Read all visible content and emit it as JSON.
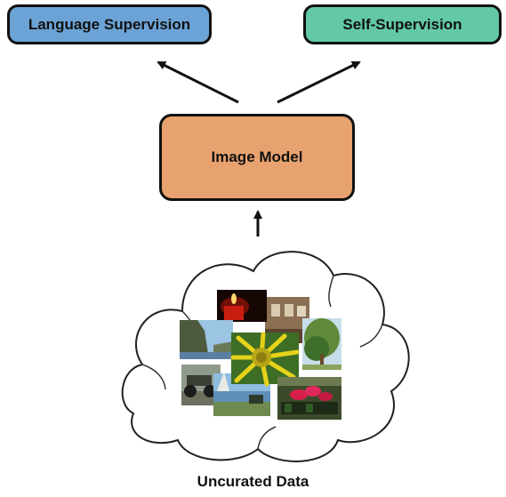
{
  "top_boxes": {
    "language_supervision": {
      "label": "Language Supervision",
      "color": "#6ca3d6"
    },
    "self_supervision": {
      "label": "Self-Supervision",
      "color": "#62c8a8"
    }
  },
  "model_box": {
    "label": "Image Model",
    "color": "#e8a26f"
  },
  "data_cloud": {
    "caption": "Uncurated Data",
    "photos": [
      "candle-photo",
      "interior-photo",
      "coastal-cliff-photo",
      "yellow-flower-photo",
      "tree-photo",
      "vehicle-photo",
      "lakeside-photo",
      "red-flowers-photo"
    ]
  }
}
